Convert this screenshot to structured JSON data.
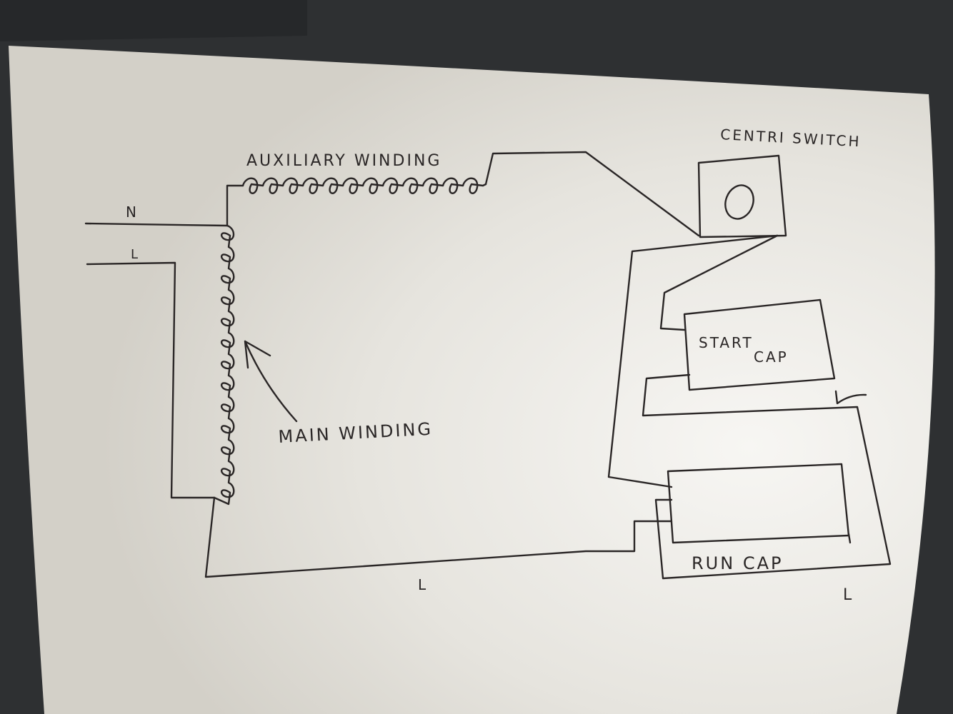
{
  "diagram": {
    "labels": {
      "auxiliary_winding": "AUXILIARY WINDING",
      "centri_switch": "CENTRI SWITCH",
      "neutral": "N",
      "live_in": "L",
      "main_winding": "MAIN WINDING",
      "start_cap_line1": "START",
      "start_cap_line2": "CAP",
      "run_cap": "RUN CAP",
      "live_bottom": "L",
      "live_right": "L"
    },
    "colors": {
      "background": "#2e3032",
      "paper": "#e4e2dc",
      "ink": "#2a2626"
    }
  }
}
